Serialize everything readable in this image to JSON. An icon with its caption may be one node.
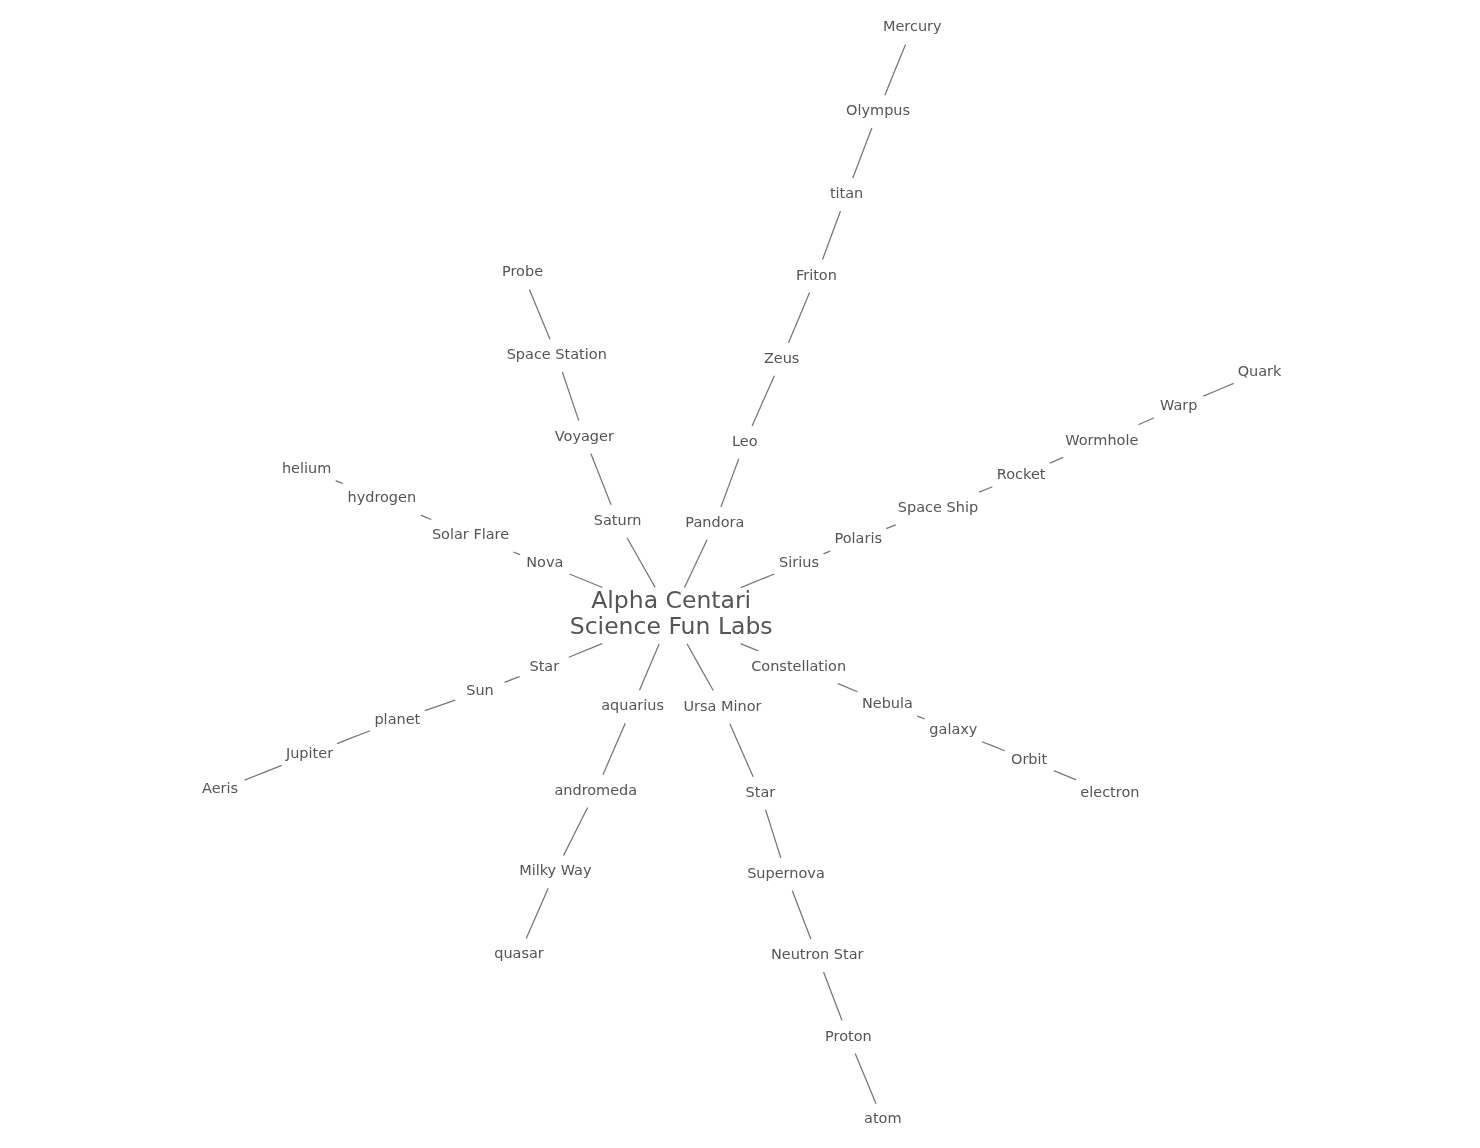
{
  "diagram": {
    "nodes": [
      {
        "text": [
          "Alpha Centari",
          "Science Fun Labs"
        ]
      },
      {
        "text": [
          "Sirius"
        ]
      },
      {
        "text": [
          "Polaris"
        ]
      },
      {
        "text": [
          "Space Ship"
        ]
      },
      {
        "text": [
          "Rocket"
        ]
      },
      {
        "text": [
          "Wormhole"
        ]
      },
      {
        "text": [
          "Warp"
        ]
      },
      {
        "text": [
          "Quark"
        ]
      },
      {
        "text": [
          "Pandora"
        ]
      },
      {
        "text": [
          "Leo"
        ]
      },
      {
        "text": [
          "Zeus"
        ]
      },
      {
        "text": [
          "Friton"
        ]
      },
      {
        "text": [
          "titan"
        ]
      },
      {
        "text": [
          "Olympus"
        ]
      },
      {
        "text": [
          "Mercury"
        ]
      },
      {
        "text": [
          "Saturn"
        ]
      },
      {
        "text": [
          "Voyager"
        ]
      },
      {
        "text": [
          "Space Station"
        ]
      },
      {
        "text": [
          "Probe"
        ]
      },
      {
        "text": [
          "Nova"
        ]
      },
      {
        "text": [
          "Solar Flare"
        ]
      },
      {
        "text": [
          "hydrogen"
        ]
      },
      {
        "text": [
          "helium"
        ]
      },
      {
        "text": [
          "Star"
        ]
      },
      {
        "text": [
          "Sun"
        ]
      },
      {
        "text": [
          "planet"
        ]
      },
      {
        "text": [
          "Jupiter"
        ]
      },
      {
        "text": [
          "Aeris"
        ]
      },
      {
        "text": [
          "aquarius"
        ]
      },
      {
        "text": [
          "andromeda"
        ]
      },
      {
        "text": [
          "Milky Way"
        ]
      },
      {
        "text": [
          "quasar"
        ]
      },
      {
        "text": [
          "Ursa Minor"
        ]
      },
      {
        "text": [
          "Star"
        ]
      },
      {
        "text": [
          "Supernova"
        ]
      },
      {
        "text": [
          "Neutron Star"
        ]
      },
      {
        "text": [
          "Proton"
        ]
      },
      {
        "text": [
          "atom"
        ]
      },
      {
        "text": [
          "Constellation"
        ]
      },
      {
        "text": [
          "Nebula"
        ]
      },
      {
        "text": [
          "galaxy"
        ]
      },
      {
        "text": [
          "Orbit"
        ]
      },
      {
        "text": [
          "electron"
        ]
      }
    ],
    "edges": [
      {
        "from": 0,
        "to": 1,
        "arrow": "none"
      },
      {
        "from": 1,
        "to": 2,
        "arrow": "none"
      },
      {
        "from": 2,
        "to": 3,
        "arrow": "none"
      },
      {
        "from": 3,
        "to": 4,
        "arrow": "none"
      },
      {
        "from": 4,
        "to": 5,
        "arrow": "none"
      },
      {
        "from": 5,
        "to": 6,
        "arrow": "none"
      },
      {
        "from": 6,
        "to": 7,
        "arrow": "none"
      },
      {
        "from": 0,
        "to": 8,
        "arrow": "none"
      },
      {
        "from": 8,
        "to": 9,
        "arrow": "none"
      },
      {
        "from": 9,
        "to": 10,
        "arrow": "none"
      },
      {
        "from": 10,
        "to": 11,
        "arrow": "none"
      },
      {
        "from": 11,
        "to": 12,
        "arrow": "none"
      },
      {
        "from": 12,
        "to": 13,
        "arrow": "none"
      },
      {
        "from": 13,
        "to": 14,
        "arrow": "none"
      },
      {
        "from": 0,
        "to": 15,
        "arrow": "none"
      },
      {
        "from": 15,
        "to": 16,
        "arrow": "none"
      },
      {
        "from": 16,
        "to": 17,
        "arrow": "none"
      },
      {
        "from": 17,
        "to": 18,
        "arrow": "none"
      },
      {
        "from": 0,
        "to": 19,
        "arrow": "none"
      },
      {
        "from": 19,
        "to": 20,
        "arrow": "none"
      },
      {
        "from": 20,
        "to": 21,
        "arrow": "none"
      },
      {
        "from": 21,
        "to": 22,
        "arrow": "none"
      },
      {
        "from": 0,
        "to": 23,
        "arrow": "none"
      },
      {
        "from": 23,
        "to": 24,
        "arrow": "none"
      },
      {
        "from": 24,
        "to": 25,
        "arrow": "none"
      },
      {
        "from": 25,
        "to": 26,
        "arrow": "none"
      },
      {
        "from": 26,
        "to": 27,
        "arrow": "none"
      },
      {
        "from": 0,
        "to": 28,
        "arrow": "none"
      },
      {
        "from": 28,
        "to": 29,
        "arrow": "none"
      },
      {
        "from": 29,
        "to": 30,
        "arrow": "none"
      },
      {
        "from": 30,
        "to": 31,
        "arrow": "none"
      },
      {
        "from": 0,
        "to": 32,
        "arrow": "none"
      },
      {
        "from": 32,
        "to": 33,
        "arrow": "none"
      },
      {
        "from": 33,
        "to": 34,
        "arrow": "none"
      },
      {
        "from": 34,
        "to": 35,
        "arrow": "none"
      },
      {
        "from": 35,
        "to": 36,
        "arrow": "none"
      },
      {
        "from": 36,
        "to": 37,
        "arrow": "none"
      },
      {
        "from": 0,
        "to": 38,
        "arrow": "none"
      },
      {
        "from": 38,
        "to": 39,
        "arrow": "none"
      },
      {
        "from": 39,
        "to": 40,
        "arrow": "none"
      },
      {
        "from": 40,
        "to": 41,
        "arrow": "none"
      },
      {
        "from": 41,
        "to": 42,
        "arrow": "none"
      }
    ]
  }
}
